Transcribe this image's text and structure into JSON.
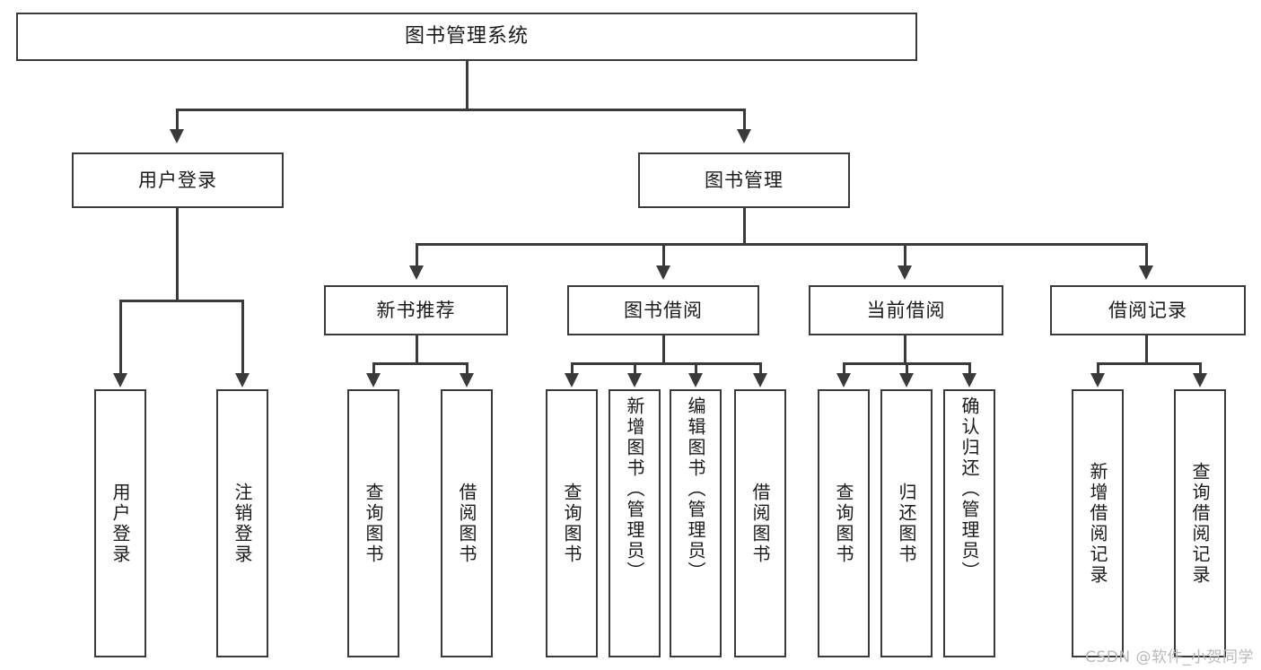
{
  "diagram": {
    "title": "图书管理系统",
    "type": "tree",
    "root": {
      "label": "图书管理系统"
    },
    "level2": [
      {
        "label": "用户登录"
      },
      {
        "label": "图书管理"
      }
    ],
    "level3": [
      {
        "label": "新书推荐"
      },
      {
        "label": "图书借阅"
      },
      {
        "label": "当前借阅"
      },
      {
        "label": "借阅记录"
      }
    ],
    "leaves": {
      "user_login": [
        {
          "label": "用户登录"
        },
        {
          "label": "注销登录"
        }
      ],
      "new_book_recommend": [
        {
          "label": "查询图书"
        },
        {
          "label": "借阅图书"
        }
      ],
      "book_borrow": [
        {
          "label": "查询图书"
        },
        {
          "label": "新增图书（管理员）"
        },
        {
          "label": "编辑图书（管理员）"
        },
        {
          "label": "借阅图书"
        }
      ],
      "current_borrow": [
        {
          "label": "查询图书"
        },
        {
          "label": "归还图书"
        },
        {
          "label": "确认归还（管理员）"
        }
      ],
      "borrow_record": [
        {
          "label": "新增借阅记录"
        },
        {
          "label": "查询借阅记录"
        }
      ]
    }
  },
  "watermark": {
    "text": "CSDN @软件_小贺同学"
  },
  "colors": {
    "stroke": "#3a3a3a",
    "fill": "#ffffff",
    "text": "#1a1a1a",
    "watermark": "#b9b9b9"
  }
}
